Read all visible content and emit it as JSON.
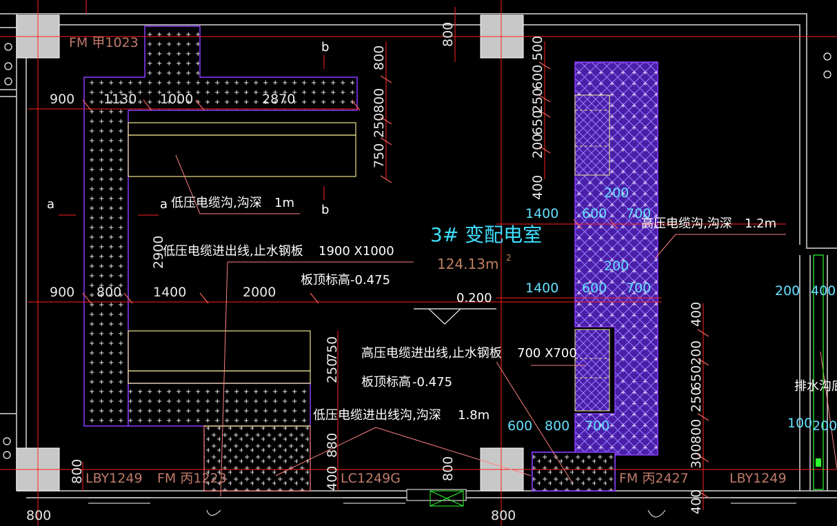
{
  "drawing": {
    "room_name": "3# 变配电室",
    "room_area": "124.13m",
    "room_area_sup": "2",
    "floor_elevation": "0.200",
    "notes": {
      "lv_trench": "低压电缆沟,沟深",
      "lv_trench_depth": "1m",
      "lv_inlet": "低压电缆进出线,止水钢板",
      "lv_inlet_size": "1900  X1000",
      "lv_inlet_elev_label": "板顶标高",
      "lv_inlet_elev": "-0.475",
      "hv_inlet": "高压电缆进出线,止水钢板",
      "hv_inlet_size": "700  X700",
      "hv_inlet_elev_label": "板顶标高",
      "hv_inlet_elev": "-0.475",
      "lv_outlet_trench": "低压电缆进出线沟,沟深",
      "lv_outlet_trench_depth": "1.8m",
      "hv_trench": "高压电缆沟,沟深",
      "hv_trench_depth": "1.2m",
      "drain": "排水沟底标"
    },
    "door_labels": {
      "fm_top": "FM 甲1023",
      "fm_bottom_left": "FM 丙1223",
      "fm_bottom_right": "FM 丙2427",
      "lby_left": "LBY1249",
      "lby_right": "LBY1249",
      "lc": "LC1249G"
    },
    "section_marks": {
      "a1": "a",
      "a2": "a",
      "b1": "b",
      "b2": "b"
    },
    "dims": {
      "d900a": "900",
      "d1130": "1130",
      "d1000": "1000",
      "d2870": "2870",
      "d900b": "900",
      "d800a": "800",
      "d1400a": "1400",
      "d2000": "2000",
      "d2900": "2900",
      "r800a": "800",
      "r800b": "800",
      "r250a": "250",
      "r750a": "750",
      "t800": "800",
      "c500": "500",
      "c600": "600",
      "c250": "250",
      "c650": "650",
      "c200": "200",
      "c400": "400",
      "m1400a": "1400",
      "m600a": "600",
      "m200a": "200",
      "m700a": "700",
      "m200b": "200",
      "m700b": "700",
      "m1400b": "1400",
      "m600b": "600",
      "e400": "400",
      "e200": "200",
      "e650": "650",
      "e250": "250",
      "e800": "800",
      "e300": "300",
      "e400b": "400",
      "h750": "750",
      "h250": "250",
      "h880": "880",
      "h400": "400",
      "b600": "600",
      "b800": "800",
      "b700": "700",
      "f200": "200",
      "f400": "400",
      "f100": "100",
      "f200b": "200",
      "bot800a": "800",
      "bot800b": "800",
      "lft800": "800",
      "mid800": "800"
    }
  },
  "colors": {
    "wall": "#d9d9d9",
    "axis": "#ff2020",
    "hatch_region": "#8a3cff",
    "trench_cover": "#f0e68c",
    "dim_text": "#e8e8e8",
    "room_text": "#40e0ff",
    "area_text": "#c08060",
    "label_text": "#c07a6a",
    "column": "#c8c8c8"
  }
}
